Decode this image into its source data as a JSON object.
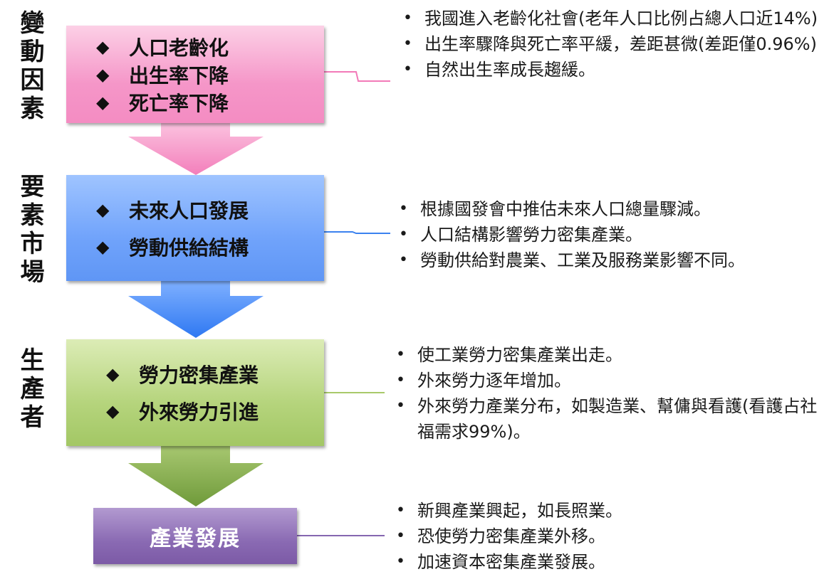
{
  "side_labels": [
    "變動因素",
    "要素市場",
    "生產者"
  ],
  "boxes": {
    "box1_items": [
      "人口老齡化",
      "出生率下降",
      "死亡率下降"
    ],
    "box2_items": [
      "未來人口發展",
      "勞動供給結構"
    ],
    "box3_items": [
      "勞力密集產業",
      "外來勞力引進"
    ],
    "box4_label": "產業發展",
    "diamond": "◆"
  },
  "bullets": {
    "group1": [
      "我國進入老齡化社會(老年人口比例占總人口近14%)",
      "出生率驟降與死亡率平緩，差距甚微(差距僅0.96%)",
      "自然出生率成長趨緩。"
    ],
    "group2": [
      "根據國發會中推估未來人口總量驟減。",
      "人口結構影響勞力密集產業。",
      "勞動供給對農業、工業及服務業影響不同。"
    ],
    "group3": [
      "使工業勞力密集產業出走。",
      "外來勞力逐年增加。",
      "外來勞力產業分布，如製造業、幫傭與看護(看護占社福需求99%)。"
    ],
    "group4": [
      "新興產業興起，如長照業。",
      "恐使勞力密集產業外移。",
      "加速資本密集產業發展。"
    ]
  },
  "colors": {
    "pink": "#f596c8",
    "blue": "#5f96f5",
    "green": "#a3c765",
    "purple": "#7c5aa6"
  }
}
